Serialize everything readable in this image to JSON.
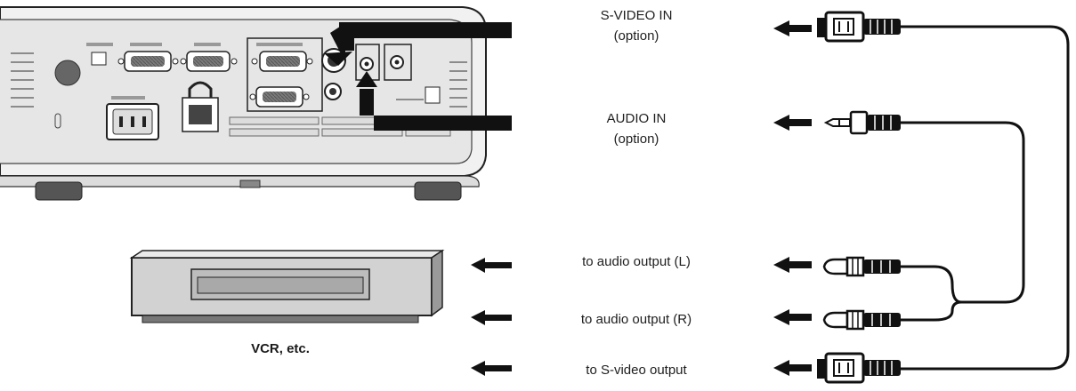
{
  "labels": {
    "svideo_in": {
      "line1": "S-VIDEO IN",
      "line2": "(option)"
    },
    "audio_in": {
      "line1": "AUDIO IN",
      "line2": "(option)"
    },
    "audio_out_l": "to audio output (L)",
    "audio_out_r": "to audio output (R)",
    "svideo_out": "to S-video output",
    "vcr_caption": "VCR, etc."
  },
  "colors": {
    "arrow": "#111111",
    "cable": "#111111",
    "projector_body": "#eeeeee",
    "vcr_body": "#c4c4c4",
    "line": "#222222"
  },
  "icons": [
    "projector-rear-panel",
    "vcr-device",
    "s-video-plug-icon",
    "mini-jack-plug-icon",
    "rca-plug-icon",
    "arrow-left-icon"
  ]
}
